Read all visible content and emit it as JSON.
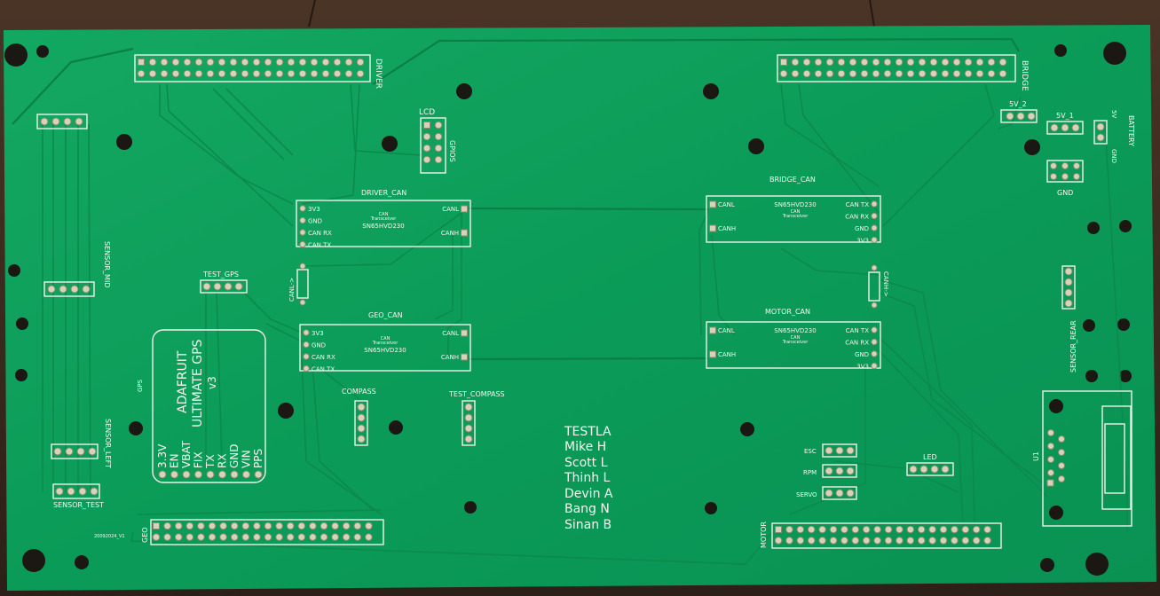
{
  "board": {
    "colors": {
      "background": "#3a2a20",
      "soldermask": "#0b9b58",
      "soldermask_light": "#13a862",
      "silkscreen": "#f4f6ef",
      "copper_pad": "#d8d2b8",
      "hole": "#1b1712"
    },
    "labels": {
      "driver": "DRIVER",
      "bridge": "BRIDGE",
      "lcd": "LCD",
      "gpios": "GPIOS",
      "driver_can": "DRIVER_CAN",
      "bridge_can": "BRIDGE_CAN",
      "geo_can": "GEO_CAN",
      "motor_can": "MOTOR_CAN",
      "test_gps": "TEST_GPS",
      "compass": "COMPASS",
      "test_compass": "TEST_COMPASS",
      "gps": "GPS",
      "geo": "GEO",
      "motor": "MOTOR",
      "led": "LED",
      "esc": "ESC",
      "rpm": "RPM",
      "servo": "SERVO",
      "five_v_1": "5V_1",
      "five_v_2": "5V_2",
      "five_v": "5V",
      "gnd": "GND",
      "battery": "BATTERY",
      "sensor_rear": "SENSOR_REAR",
      "sensor_mid": "SENSOR_MID",
      "sensor_left": "SENSOR_LEFT",
      "sensor_test": "SENSOR_TEST",
      "u1": "U1",
      "canl_arrow": "CANL->",
      "canh_arrow": "CANH->",
      "board_code": "20092024_V1"
    },
    "transceiver": {
      "chip": "SN65HVD230",
      "can_word": "CAN",
      "subtitle": "Transceiver",
      "pins_left": [
        "3V3",
        "GND",
        "CAN RX",
        "CAN TX"
      ],
      "pins_right": [
        "CAN TX",
        "CAN RX",
        "GND",
        "3V3"
      ],
      "canl": "CANL",
      "canh": "CANH"
    },
    "gps_module": {
      "line1": "ADAFRUIT",
      "line2": "ULTIMATE GPS",
      "line3": "v3",
      "pins": [
        "3.3V",
        "EN",
        "VBAT",
        "FIX",
        "TX",
        "RX",
        "GND",
        "VIN",
        "PPS"
      ]
    },
    "team": {
      "name": "TESTLA",
      "members": [
        "Mike H",
        "Scott L",
        "Thinh L",
        "Devin A",
        "Bang N",
        "Sinan B"
      ]
    }
  }
}
